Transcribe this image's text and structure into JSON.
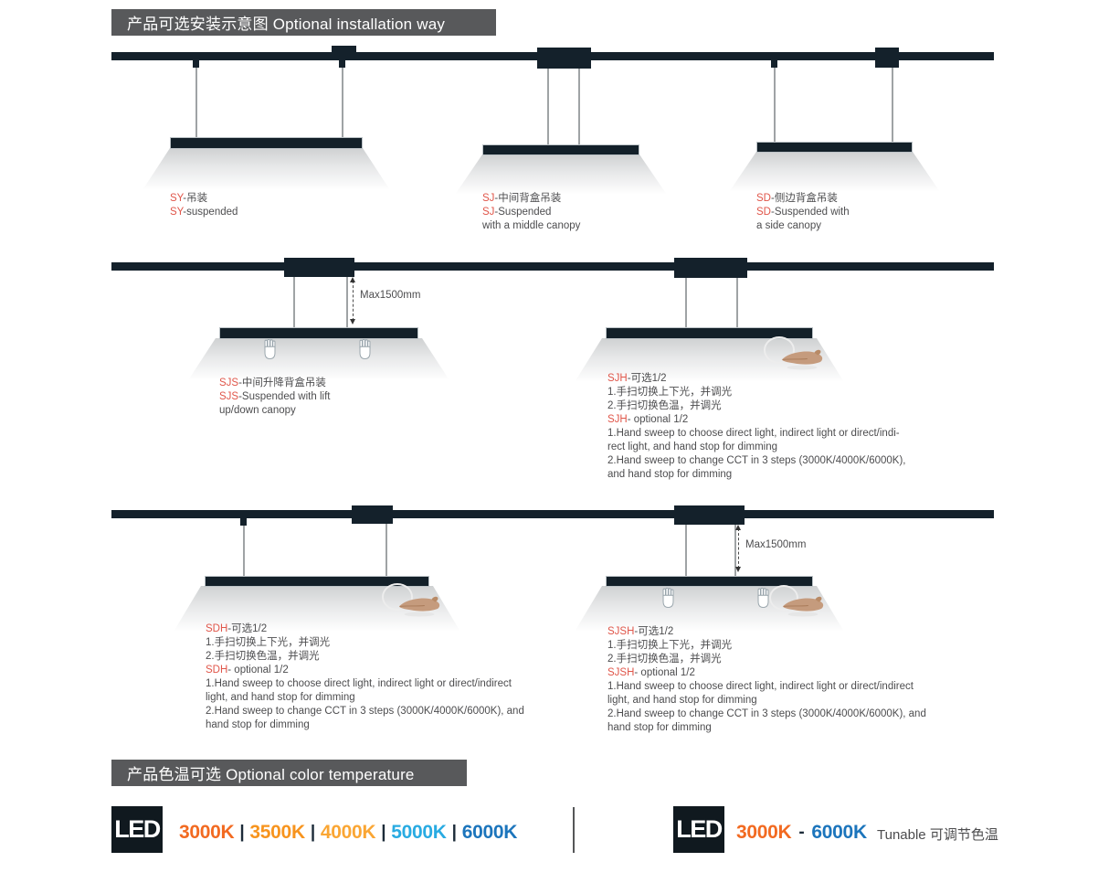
{
  "sections": {
    "installation_title": "产品可选安装示意图 Optional installation way",
    "color_temp_title": "产品色温可选 Optional color temperature"
  },
  "accent_colors": {
    "model_code_red": "#e0564a",
    "track_dark": "#14212b",
    "header_gray": "#58595b",
    "separator_dark": "#1c2b39"
  },
  "diagrams": {
    "sy": {
      "lines": [
        {
          "p": "SY",
          "t": "-吊装"
        },
        {
          "p": "SY",
          "t": "-suspended"
        }
      ]
    },
    "sj": {
      "lines": [
        {
          "p": "SJ",
          "t": "-中间背盒吊装"
        },
        {
          "p": "SJ",
          "t": "-Suspended"
        },
        {
          "p": "",
          "t": "with a middle canopy"
        }
      ]
    },
    "sd": {
      "lines": [
        {
          "p": "SD",
          "t": "-侧边背盒吊装"
        },
        {
          "p": "SD",
          "t": "-Suspended with"
        },
        {
          "p": "",
          "t": "a side canopy"
        }
      ]
    },
    "sjs": {
      "max_label": "Max1500mm",
      "lines": [
        {
          "p": "SJS",
          "t": "-中间升降背盒吊装"
        },
        {
          "p": "SJS",
          "t": "-Suspended with lift"
        },
        {
          "p": "",
          "t": "up/down canopy"
        }
      ]
    },
    "sjh": {
      "lines": [
        {
          "p": "SJH",
          "t": "-可选1/2"
        },
        {
          "p": "",
          "t": "1.手扫切换上下光，并调光"
        },
        {
          "p": "",
          "t": "2.手扫切换色温，并调光"
        },
        {
          "p": "SJH",
          "t": "- optional 1/2"
        },
        {
          "p": "",
          "t": "1.Hand sweep to choose direct light, indirect light or direct/indi-"
        },
        {
          "p": "",
          "t": "rect light, and hand stop for dimming"
        },
        {
          "p": "",
          "t": "2.Hand sweep to change CCT in 3 steps (3000K/4000K/6000K),"
        },
        {
          "p": "",
          "t": "and hand stop for dimming"
        }
      ]
    },
    "sdh": {
      "lines": [
        {
          "p": "SDH",
          "t": "-可选1/2"
        },
        {
          "p": "",
          "t": "1.手扫切换上下光，并调光"
        },
        {
          "p": "",
          "t": "2.手扫切换色温，并调光"
        },
        {
          "p": "SDH",
          "t": "- optional 1/2"
        },
        {
          "p": "",
          "t": "1.Hand sweep to choose direct light, indirect light or direct/indirect"
        },
        {
          "p": "",
          "t": "light, and hand stop for dimming"
        },
        {
          "p": "",
          "t": "2.Hand sweep to change CCT in 3 steps (3000K/4000K/6000K), and"
        },
        {
          "p": "",
          "t": "hand stop for dimming"
        }
      ]
    },
    "sjsh": {
      "max_label": "Max1500mm",
      "lines": [
        {
          "p": "SJSH",
          "t": "-可选1/2"
        },
        {
          "p": "",
          "t": "1.手扫切换上下光，并调光"
        },
        {
          "p": "",
          "t": "2.手扫切换色温，并调光"
        },
        {
          "p": "SJSH",
          "t": "- optional 1/2"
        },
        {
          "p": "",
          "t": "1.Hand sweep to choose direct light, indirect light or direct/indirect"
        },
        {
          "p": "",
          "t": "light, and hand stop for dimming"
        },
        {
          "p": "",
          "t": "2.Hand sweep to change CCT in 3 steps (3000K/4000K/6000K), and"
        },
        {
          "p": "",
          "t": "hand stop for dimming"
        }
      ]
    }
  },
  "color_temperature": {
    "led_label": "LED",
    "fixed": {
      "separator": "|",
      "separator_color": "#1c2b39",
      "options": [
        {
          "label": "3000K",
          "color": "#f26a21"
        },
        {
          "label": "3500K",
          "color": "#f7941e"
        },
        {
          "label": "4000K",
          "color": "#faa634"
        },
        {
          "label": "5000K",
          "color": "#29abe2"
        },
        {
          "label": "6000K",
          "color": "#1c75bc"
        }
      ]
    },
    "tunable": {
      "low": {
        "label": "3000K",
        "color": "#f26a21"
      },
      "dash": "-",
      "dash_color": "#1c2b39",
      "high": {
        "label": "6000K",
        "color": "#1c75bc"
      },
      "note": "Tunable 可调节色温"
    }
  }
}
